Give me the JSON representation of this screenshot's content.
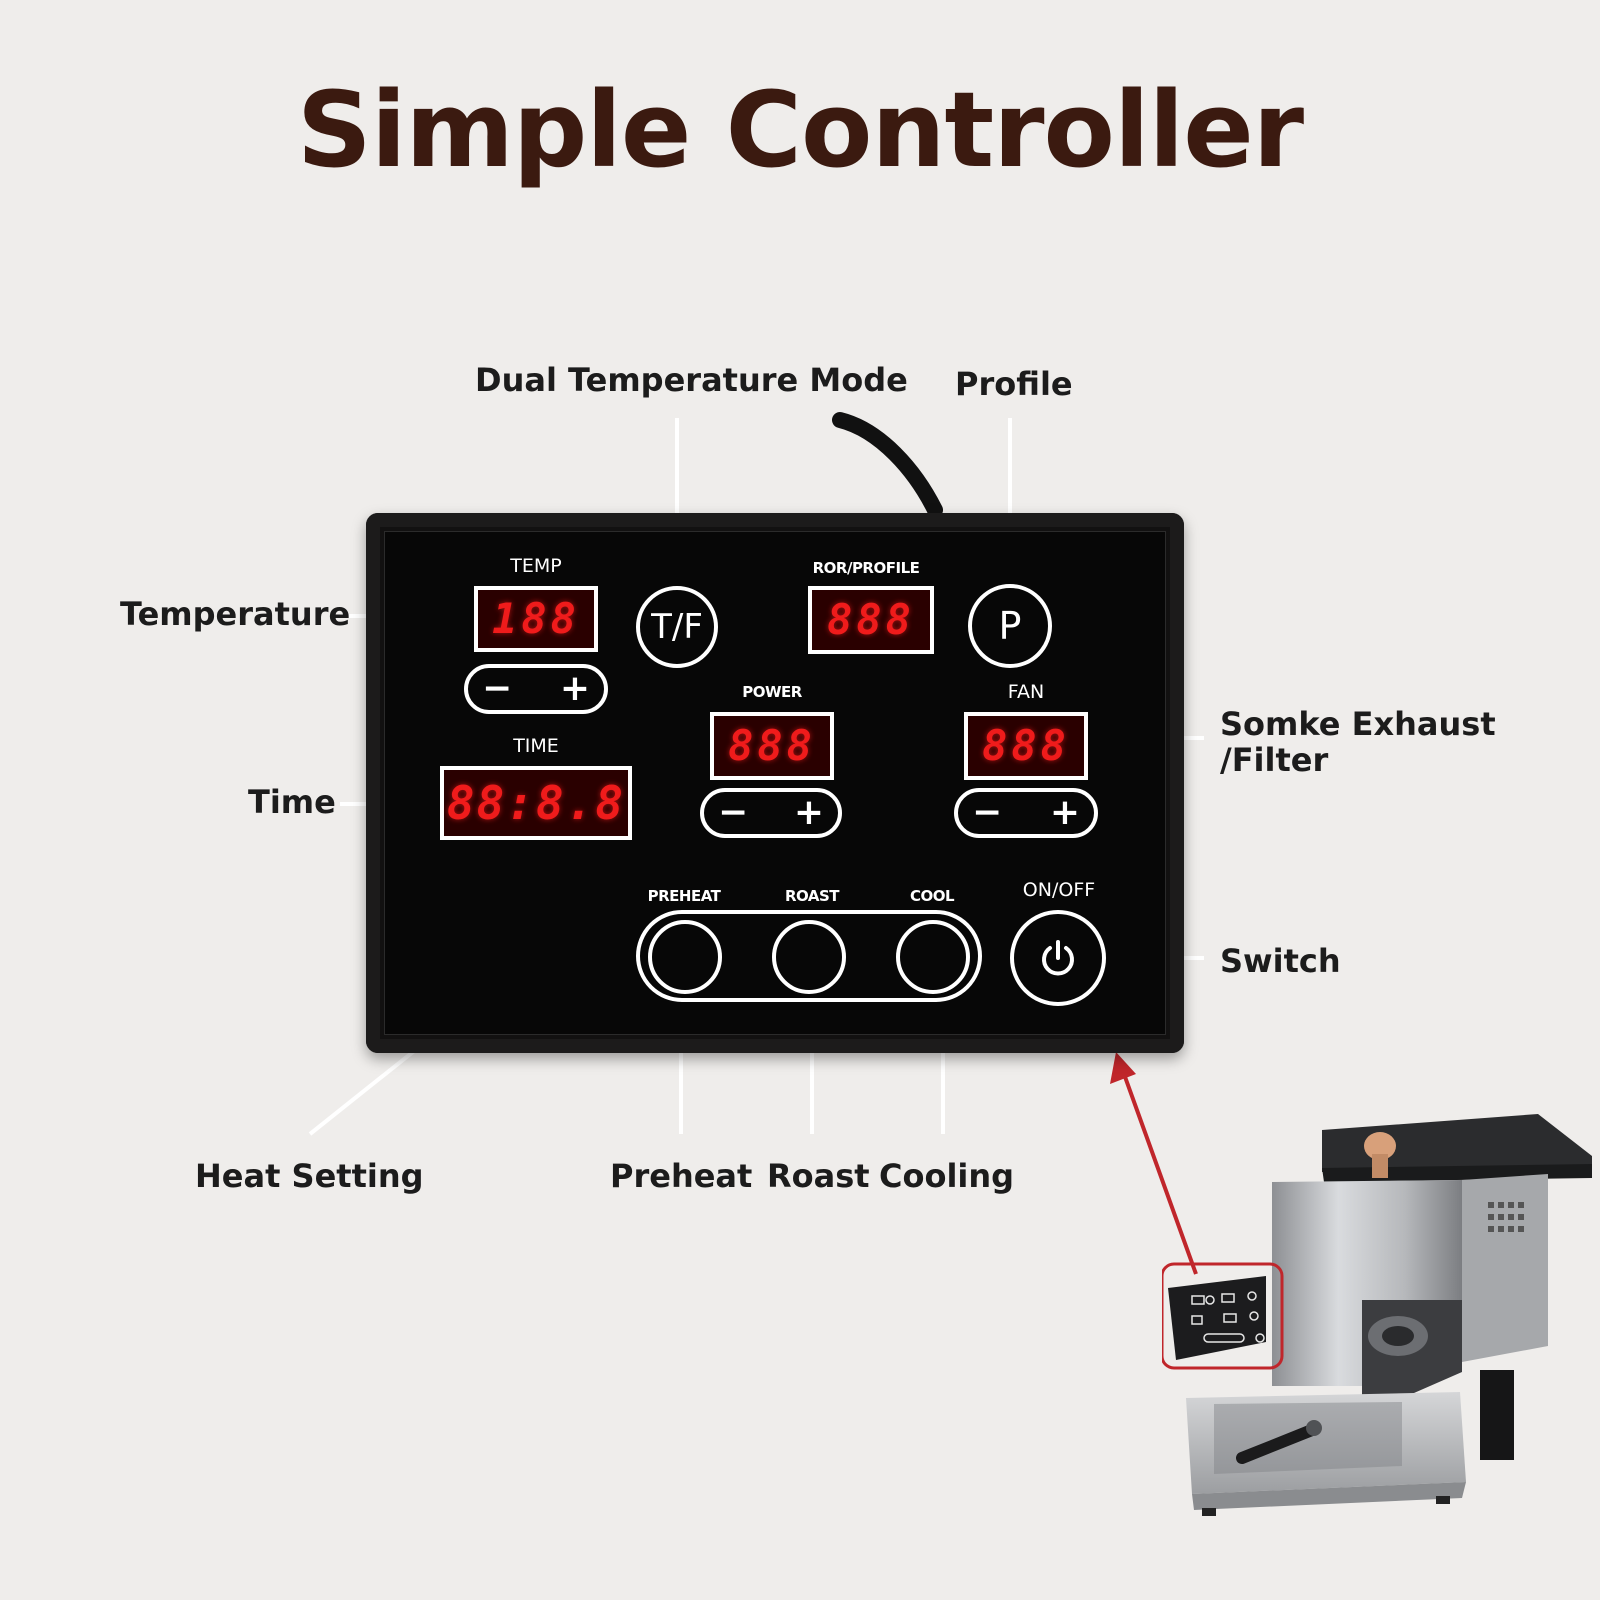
{
  "title": "Simple Controller",
  "colors": {
    "title": "#3b1a10",
    "led": "#ef1b1b",
    "panel": "#121111",
    "highlight": "#c0262b"
  },
  "callouts": {
    "dual_temp_mode": "Dual Temperature Mode",
    "profile": "Profile",
    "temperature": "Temperature",
    "time": "Time",
    "smoke_exhaust": "Somke Exhaust\n/Filter",
    "switch": "Switch",
    "heat_setting": "Heat Setting",
    "preheat": "Preheat",
    "roast": "Roast",
    "cooling": "Cooling"
  },
  "panel": {
    "temp_label": "TEMP",
    "temp_display": "188",
    "tf_button": "T/F",
    "ror_label": "ROR/PROFILE",
    "ror_display": "888",
    "profile_button": "P",
    "power_label": "POWER",
    "power_display": "888",
    "fan_label": "FAN",
    "fan_display": "888",
    "time_label": "TIME",
    "time_display": "88:8.8",
    "minus": "−",
    "plus": "+",
    "preheat_label": "PREHEAT",
    "roast_label": "ROAST",
    "cool_label": "COOL",
    "onoff_label": "ON/OFF",
    "power_icon": "power-icon"
  }
}
